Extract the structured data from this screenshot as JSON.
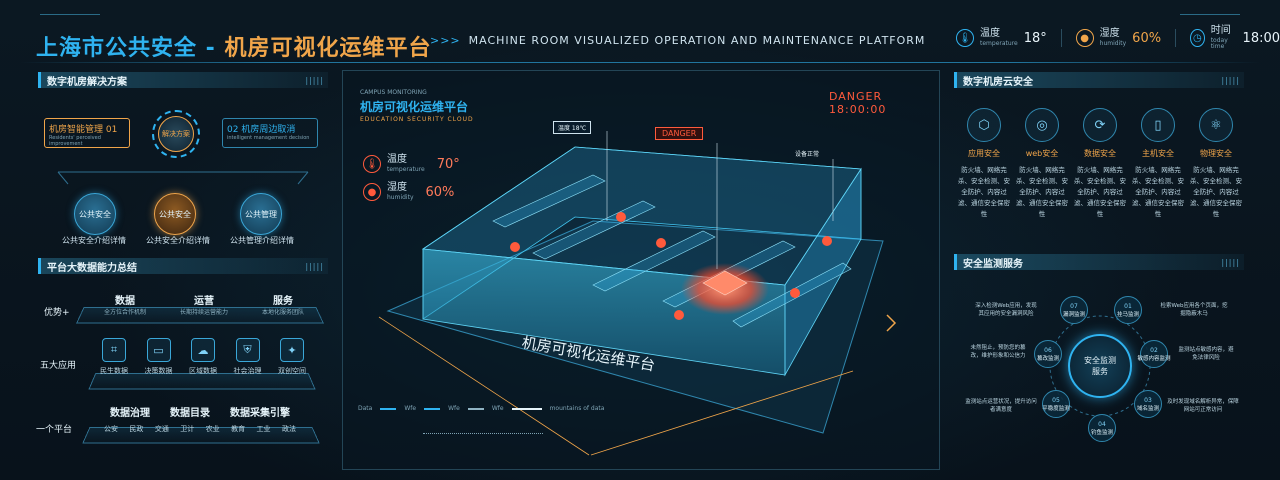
{
  "header": {
    "title_main": "上海市公共安全 - ",
    "title_accent": "机房可视化运维平台",
    "subtitle_arrows": ">>>",
    "subtitle": "MACHINE ROOM VISUALIZED OPERATION AND MAINTENANCE PLATFORM",
    "readouts": [
      {
        "icon": "thermometer-icon",
        "zh": "温度",
        "en": "temperature",
        "value": "18°"
      },
      {
        "icon": "droplet-icon",
        "zh": "湿度",
        "en": "humidity",
        "value": "60%"
      },
      {
        "icon": "clock-icon",
        "zh": "时间",
        "en": "today time",
        "value": "18:00"
      }
    ]
  },
  "left": {
    "solutions": {
      "title": "数字机房解决方案",
      "item1_zh": "机房智能管理",
      "item1_num": "01",
      "item1_en": "Residents' perceived improvement",
      "center": "解决方案",
      "item2_num": "02",
      "item2_zh": "机房周边取消",
      "item2_en": "intelligent management decision",
      "circles": [
        {
          "label": "公共安全",
          "caption": "公共安全介绍详情"
        },
        {
          "label": "公共安全",
          "caption": "公共安全介绍详情"
        },
        {
          "label": "公共管理",
          "caption": "公共管理介绍详情"
        }
      ]
    },
    "bigdata": {
      "title": "平台大数据能力总结",
      "row1_label": "优势+",
      "row1_cols": [
        {
          "head": "数据",
          "sub": "全方位合作机制"
        },
        {
          "head": "运营",
          "sub": "长期持续运营能力"
        },
        {
          "head": "服务",
          "sub": "本地化服务团队"
        }
      ],
      "row2_label": "五大应用",
      "apps": [
        {
          "icon": "chart-icon",
          "label": "民生数据"
        },
        {
          "icon": "monitor-icon",
          "label": "决策数据"
        },
        {
          "icon": "cloud-icon",
          "label": "区域数据"
        },
        {
          "icon": "shield-icon",
          "label": "社会治理"
        },
        {
          "icon": "bulb-icon",
          "label": "双创空间"
        }
      ],
      "row3_label": "一个平台",
      "row3_heads": [
        "数据治理",
        "数据目录",
        "数据采集引擎"
      ],
      "tags": [
        "公安",
        "民政",
        "交通",
        "卫计",
        "农业",
        "教育",
        "工业",
        "政法"
      ]
    }
  },
  "center": {
    "campus": "CAMPUS MONITORING",
    "title": "机房可视化运维平台",
    "subtitle": "EDUCATION SECURITY CLOUD",
    "danger_time": "DANGER  18:00:00",
    "temp_zh": "温度",
    "temp_en": "temperature",
    "temp_val": "70°",
    "hum_zh": "湿度",
    "hum_en": "humidity",
    "hum_val": "60%",
    "tag_temp": "温度  18℃",
    "tag_danger": "DANGER",
    "tag_device": "设备正常",
    "floor_title": "机房可视化运维平台",
    "legend": [
      "Data",
      "Wfe",
      "Wfe",
      "Wfe",
      "mountains of data"
    ]
  },
  "right": {
    "cloud": {
      "title": "数字机房云安全",
      "items": [
        {
          "icon": "cube-icon",
          "name": "应用安全",
          "desc": "防火墙、网络完杀、安全检测、安全防护、内容过滤、通信安全保密性"
        },
        {
          "icon": "web-icon",
          "name": "web安全",
          "desc": "防火墙、网络完杀、安全检测、安全防护、内容过滤、通信安全保密性"
        },
        {
          "icon": "data-icon",
          "name": "数据安全",
          "desc": "防火墙、网络完杀、安全检测、安全防护、内容过滤、通信安全保密性"
        },
        {
          "icon": "host-icon",
          "name": "主机安全",
          "desc": "防火墙、网络完杀、安全检测、安全防护、内容过滤、通信安全保密性"
        },
        {
          "icon": "atom-icon",
          "name": "物理安全",
          "desc": "防火墙、网络完杀、安全检测、安全防护、内容过滤、通信安全保密性"
        }
      ]
    },
    "monitor": {
      "title": "安全监测服务",
      "center": "安全监测服务",
      "nodes": [
        {
          "num": "01",
          "name": "挂马监测"
        },
        {
          "num": "02",
          "name": "敏感内容监测"
        },
        {
          "num": "03",
          "name": "域名监测"
        },
        {
          "num": "04",
          "name": "钓鱼监测"
        },
        {
          "num": "05",
          "name": "平稳度监测"
        },
        {
          "num": "06",
          "name": "篡改监测"
        },
        {
          "num": "07",
          "name": "漏洞监测"
        }
      ],
      "desc_tl": "深入检测Web应用，发现其应用的安全漏洞风险",
      "desc_tr": "检索Web应用各个页面，挖掘隐蔽木马",
      "desc_ml": "未然阻止，预防您的篡改，维护形象和公信力",
      "desc_mr": "监测站点敏感内容，避免法律风险",
      "desc_bl": "监测站点运营状况，提升访问者满意度",
      "desc_br": "及时发现域名解析异常，保障网站可正常访问"
    }
  },
  "colors": {
    "accent": "#2fb3f0",
    "warm": "#f0a54a",
    "danger": "#ff5a3c"
  }
}
